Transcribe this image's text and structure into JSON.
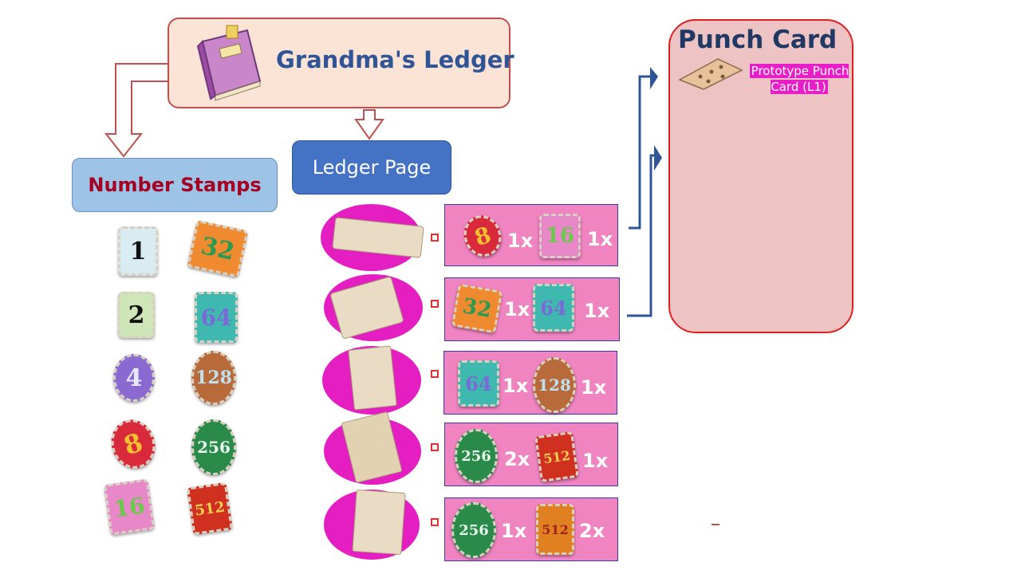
{
  "ledger": {
    "title": "Grandma's Ledger",
    "icon": "purple-book-icon"
  },
  "number_stamps": {
    "label": "Number Stamps",
    "items": [
      "1",
      "32",
      "2",
      "64",
      "4",
      "128",
      "8",
      "256",
      "16",
      "512"
    ]
  },
  "ledger_page": {
    "label": "Ledger Page"
  },
  "punch_card": {
    "title": "Punch Card",
    "item_label": "Prototype Punch Card (L1)",
    "icon": "punch-card-icon"
  },
  "recipes": [
    {
      "a": "8",
      "qa": "1x",
      "b": "16",
      "qb": "1x"
    },
    {
      "a": "32",
      "qa": "1x",
      "b": "64",
      "qb": "1x"
    },
    {
      "a": "64",
      "qa": "1x",
      "b": "128",
      "qb": "1x"
    },
    {
      "a": "256",
      "qa": "2x",
      "b": "512",
      "qb": "1x"
    },
    {
      "a": "256",
      "qa": "1x",
      "b": "512",
      "qb": "2x"
    }
  ],
  "colors": {
    "arrow_red": "#c0504d",
    "arrow_blue": "#2f5597",
    "row_pink": "#ef84c0",
    "oval_magenta": "#e41ec0"
  }
}
